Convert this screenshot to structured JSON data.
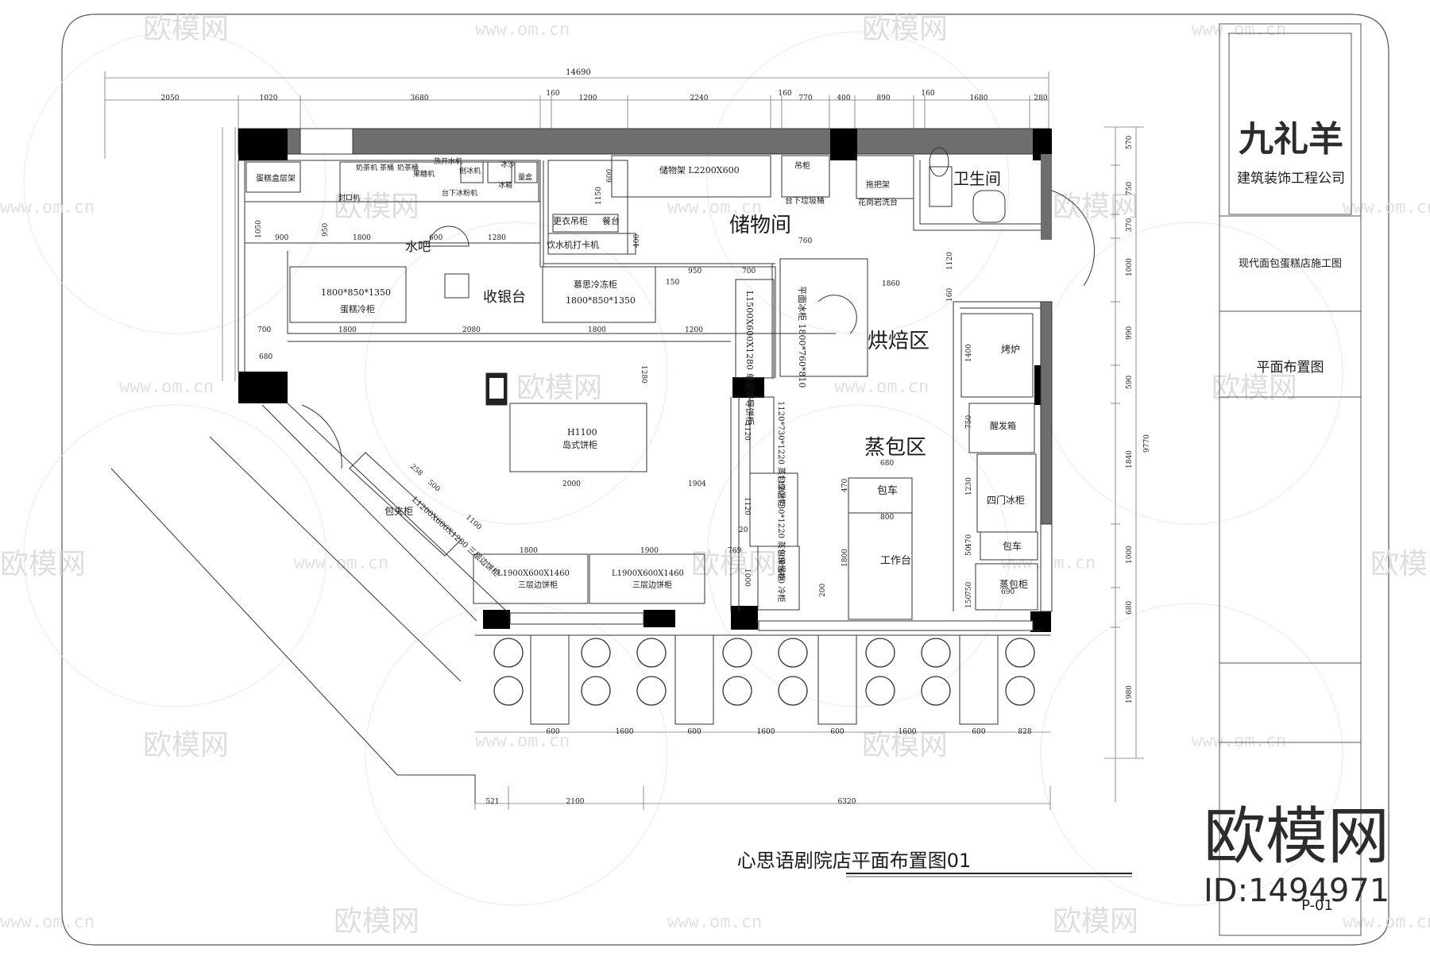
{
  "watermark": {
    "name": "欧模网",
    "url": "www.om.cn",
    "brand_large": "欧模网",
    "id_text": "ID:1494971"
  },
  "title_block": {
    "logo_text": "九礼羊",
    "company": "建筑装饰工程公司",
    "project": "现代面包蛋糕店施工图",
    "drawing_name": "平面布置图",
    "sheet_no": "P-01"
  },
  "drawing": {
    "title": "心思语剧院店平面布置图01"
  },
  "rooms": {
    "storage": "储物间",
    "toilet": "卫生间",
    "baking": "烘焙区",
    "steam": "蒸包区",
    "cashier": "收银台",
    "sink": "水吧"
  },
  "fixtures": {
    "cake_rack": "蛋糕盒层架",
    "milk_tea": "奶茶机",
    "tea_pot": "茶桶",
    "milk_foam": "奶茶桶",
    "fruit_machine": "果糖机",
    "boiler": "热开水机",
    "sand_ice": "刨冰机",
    "ice": "冰沙",
    "ice_cube": "冰箱",
    "sugar": "量盒",
    "sealer": "封口机",
    "counter_fridge": "台下冰粉机",
    "rack": "储物架 L2200X600",
    "locker": "更衣吊柜",
    "meal": "餐台",
    "water_clock": "饮水机打卡机",
    "hood": "吊柜",
    "trash": "台下垃圾桶",
    "mop": "拖把架",
    "basin": "花岗岩洗台",
    "cake_cooler_a_1": "1800*850*1350",
    "cake_cooler_a_2": "蛋糕冷柜",
    "cake_cooler_b_1": "慕思冷冻柜",
    "cake_cooler_b_2": "1800*850*1350",
    "bread_cab": "L1500X600X1280 单层带导饼柜",
    "flat_fridge": "平面冰柜 1800*760*810",
    "oven": "烤炉",
    "proof": "醒发箱",
    "four_door": "四门冰柜",
    "cart1": "包车",
    "cart2": "包车",
    "workbench": "工作台",
    "steamer": "蒸包柜",
    "warm1": "1120*730*1220 蒸包保温柜",
    "warm2": "1120*730*1220 蒸包保温柜",
    "warm3": "900*600 冷柜",
    "island_1": "H1100",
    "island_2": "岛式饼柜",
    "sandwich": "包夹柜",
    "sandwich_dim": "L1200X600X1280 三层边饼柜",
    "side_a_1": "L1900X600X1460",
    "side_a_2": "三层边饼柜",
    "side_b_1": "L1900X600X1460",
    "side_b_2": "三层边饼柜"
  },
  "dims": {
    "total": "14690",
    "top": [
      "2050",
      "1020",
      "3680",
      "160",
      "1200",
      "2240",
      "160",
      "770",
      "400",
      "890",
      "160",
      "1680",
      "280"
    ],
    "right": [
      "570",
      "750",
      "370",
      "1000",
      "990",
      "590",
      "1840",
      "1000",
      "680",
      "1980"
    ],
    "right_total": "9770",
    "bottom": [
      "521",
      "2100",
      "6320"
    ],
    "seating": [
      "600",
      "1600",
      "600",
      "1600",
      "600",
      "1600",
      "600",
      "828"
    ],
    "inner": [
      "900",
      "950",
      "1800",
      "600",
      "1280",
      "700",
      "1800",
      "2080",
      "1800",
      "1200",
      "950",
      "700",
      "760",
      "1860",
      "680",
      "150",
      "1280",
      "1800",
      "1900",
      "2000",
      "1904",
      "1100",
      "258",
      "500",
      "1120",
      "1120",
      "20",
      "769",
      "1000",
      "200",
      "680",
      "800",
      "470",
      "1800",
      "1230",
      "1400",
      "750",
      "50",
      "150",
      "750",
      "470",
      "690",
      "1120",
      "160",
      "600",
      "1150",
      "1050",
      "400"
    ]
  }
}
